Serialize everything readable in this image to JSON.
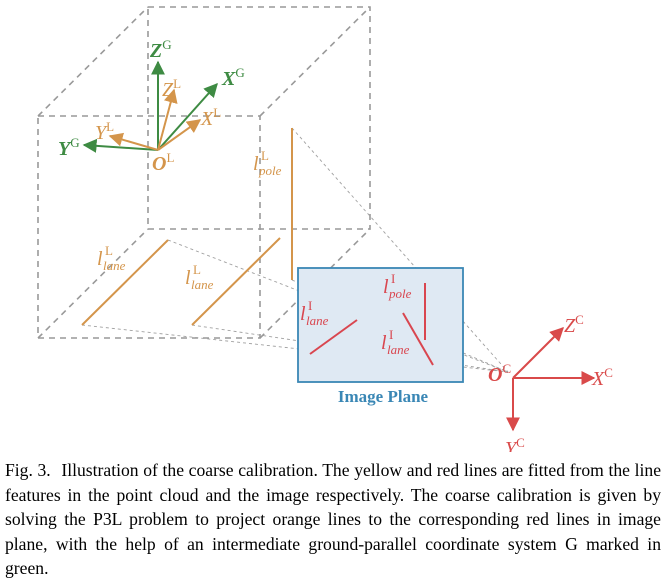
{
  "colors": {
    "lidar_orange": "#d4954b",
    "image_red": "#d9464f",
    "global_green": "#3e8b43",
    "camera_red": "#d94a4a",
    "plane_fill": "#dfe9f3",
    "plane_border": "#3a87b5",
    "dashed_gray": "#999999"
  },
  "axes": {
    "global": {
      "z": "Z",
      "z_sup": "G",
      "x": "X",
      "x_sup": "G",
      "y": "Y",
      "y_sup": "G"
    },
    "lidar": {
      "z": "Z",
      "z_sup": "L",
      "x": "X",
      "x_sup": "L",
      "y": "Y",
      "y_sup": "L",
      "origin": "O",
      "origin_sup": "L"
    },
    "camera": {
      "z": "Z",
      "z_sup": "C",
      "x": "X",
      "x_sup": "C",
      "y": "Y",
      "y_sup": "C",
      "origin": "O",
      "origin_sup": "C"
    }
  },
  "line_labels": {
    "lidar_pole": {
      "base": "l",
      "sup": "L",
      "sub": "pole"
    },
    "lidar_lane_left": {
      "base": "l",
      "sup": "L",
      "sub": "lane"
    },
    "lidar_lane_right": {
      "base": "l",
      "sup": "L",
      "sub": "lane"
    },
    "image_pole": {
      "base": "l",
      "sup": "I",
      "sub": "pole"
    },
    "image_lane_left": {
      "base": "l",
      "sup": "I",
      "sub": "lane"
    },
    "image_lane_right": {
      "base": "l",
      "sup": "I",
      "sub": "lane"
    }
  },
  "image_plane_label": "Image Plane",
  "caption": {
    "label": "Fig. 3.",
    "text": "Illustration of the coarse calibration. The yellow and red lines are fitted from the line features in the point cloud and the image respectively. The coarse calibration is given by solving the P3L problem to project orange lines to the corresponding red lines in image plane, with the help of an intermediate ground-parallel coordinate system G marked in green."
  }
}
